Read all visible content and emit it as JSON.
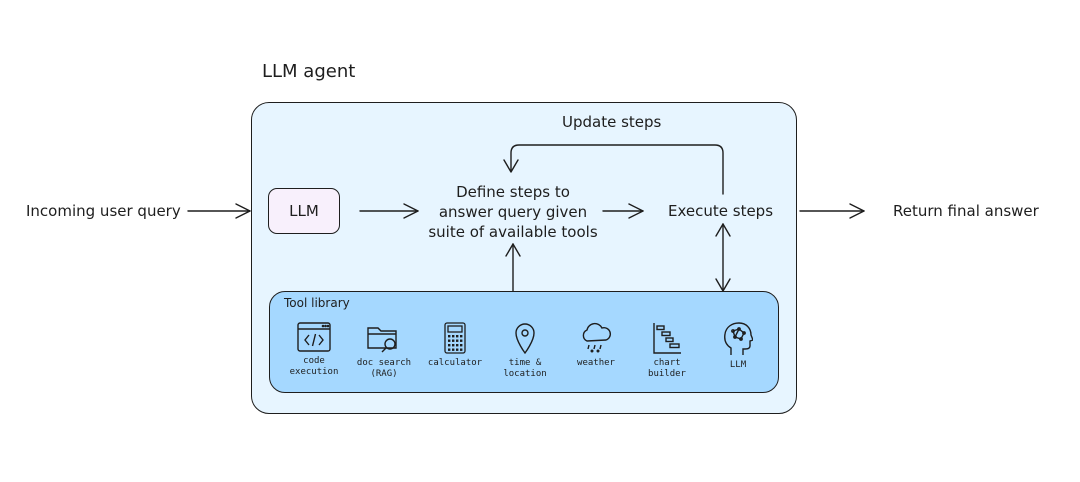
{
  "agent": {
    "title": "LLM agent",
    "update_label": "Update steps",
    "llm_label": "LLM",
    "define_steps_label": "Define steps to\nanswer query given\nsuite of available tools",
    "execute_label": "Execute steps"
  },
  "incoming_label": "Incoming user query",
  "final_label": "Return final answer",
  "tool_library": {
    "title": "Tool library",
    "tools": [
      {
        "label": "code\nexecution",
        "icon": "code-window-icon"
      },
      {
        "label": "doc search\n(RAG)",
        "icon": "folder-search-icon"
      },
      {
        "label": "calculator",
        "icon": "calculator-icon"
      },
      {
        "label": "time &\nlocation",
        "icon": "map-pin-icon"
      },
      {
        "label": "weather",
        "icon": "rain-cloud-icon"
      },
      {
        "label": "chart\nbuilder",
        "icon": "gantt-chart-icon"
      },
      {
        "label": "LLM",
        "icon": "brain-head-icon"
      }
    ]
  },
  "colors": {
    "agent_fill": "#e7f5ff",
    "tool_fill": "#a5d8ff",
    "llm_fill": "#f8f0fc",
    "stroke": "#1e1e1e"
  }
}
